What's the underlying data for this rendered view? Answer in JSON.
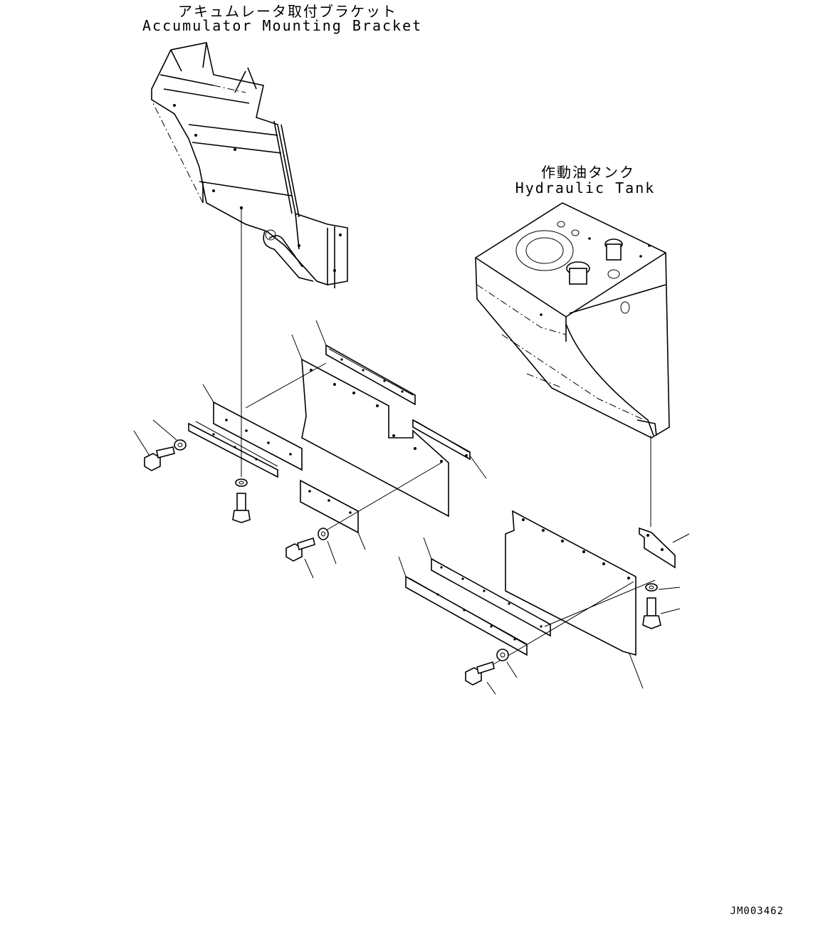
{
  "labels": {
    "accumulator_bracket_jp": "アキュムレータ取付ブラケット",
    "accumulator_bracket_en": "Accumulator Mounting Bracket",
    "hydraulic_tank_jp": "作動油タンク",
    "hydraulic_tank_en": "Hydraulic Tank"
  },
  "drawing_number": "JM003462"
}
